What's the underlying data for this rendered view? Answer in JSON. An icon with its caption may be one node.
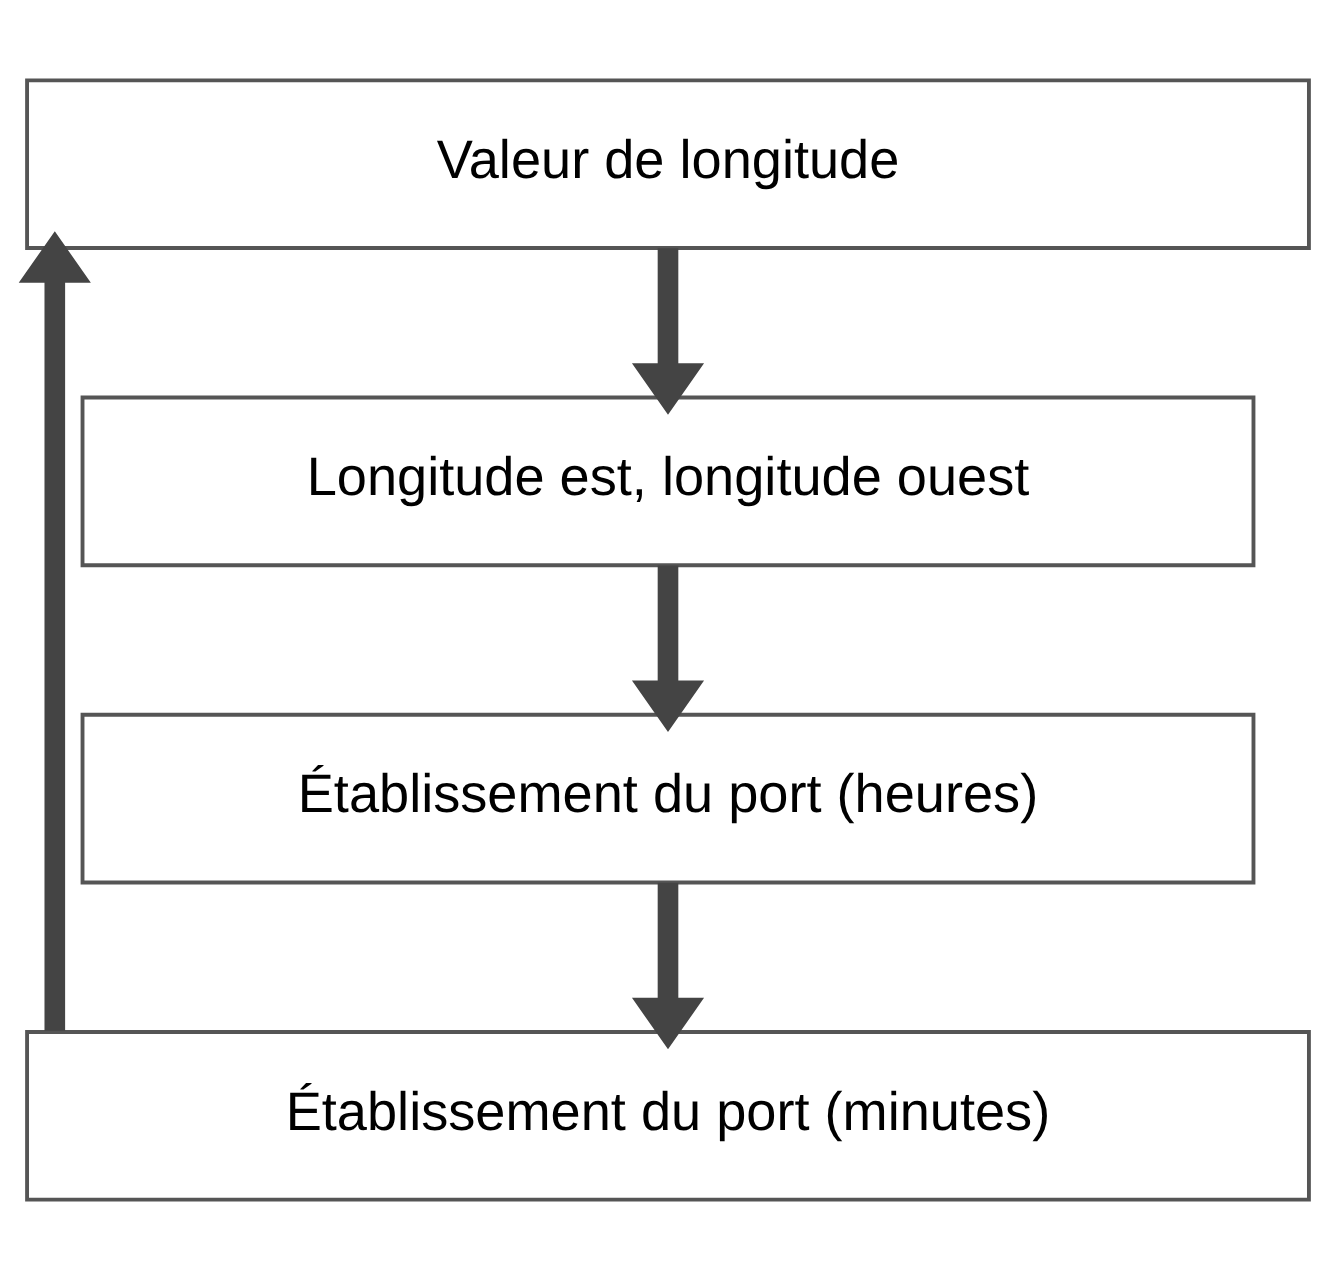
{
  "diagram": {
    "nodes": [
      {
        "text": [
          "Valeur de longitude"
        ]
      },
      {
        "text": [
          "Longitude est, longitude ouest"
        ]
      },
      {
        "text": [
          "Établissement du port (heures)"
        ]
      },
      {
        "text": [
          "Établissement du port (minutes)"
        ]
      }
    ],
    "edges": [
      {
        "from": 0,
        "to": 1,
        "arrow": "to"
      },
      {
        "from": 1,
        "to": 2,
        "arrow": "to"
      },
      {
        "from": 2,
        "to": 3,
        "arrow": "to"
      },
      {
        "from": 3,
        "to": 0,
        "arrow": "to"
      }
    ]
  }
}
